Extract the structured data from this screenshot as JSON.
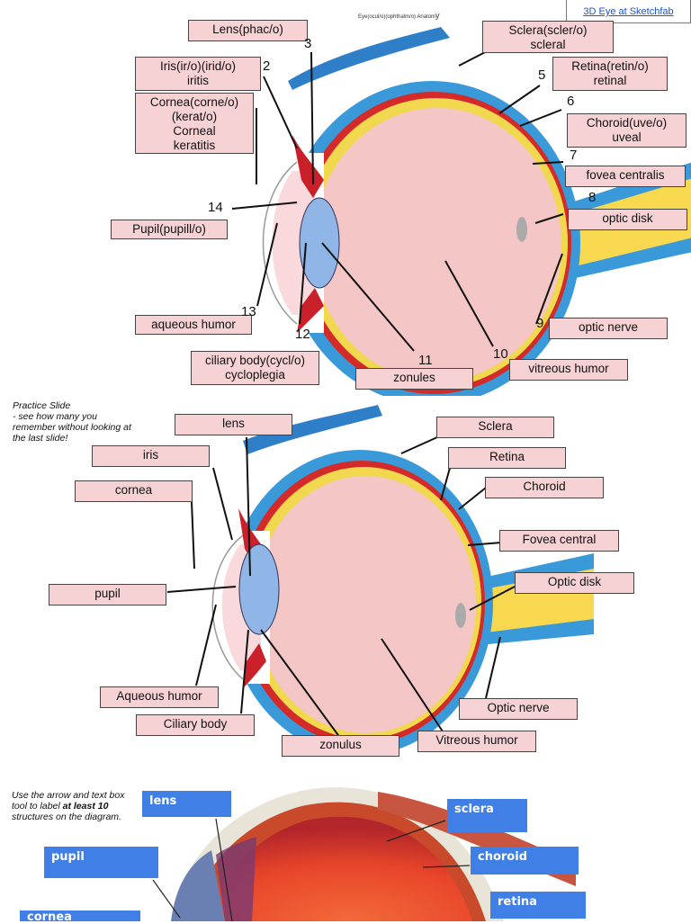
{
  "header": {
    "link_text": "3D Eye at Sketchfab",
    "tiny_title": "Eye(ocul/o)(ophthalm/o) Anatom",
    "tiny_tail": "y"
  },
  "slide1": {
    "labels": {
      "lens": "Lens(phac/o)",
      "iris": [
        "Iris(ir/o)(irid/o)",
        "iritis"
      ],
      "cornea": [
        "Cornea(corne/o)",
        "(kerat/o)",
        "Corneal",
        "keratitis"
      ],
      "pupil": "Pupil(pupill/o)",
      "aqueous": "aqueous humor",
      "ciliary": [
        "ciliary body(cycl/o)",
        "cycloplegia"
      ],
      "zonules": "zonules",
      "vitreous": "vitreous humor",
      "optic_nerve": "optic nerve",
      "optic_disk": "optic disk",
      "fovea": "fovea centralis",
      "choroid": [
        "Choroid(uve/o)",
        "uveal"
      ],
      "retina": [
        "Retina(retin/o)",
        "retinal"
      ],
      "sclera": [
        "Sclera(scler/o)",
        "scleral"
      ]
    },
    "numbers": {
      "n2": "2",
      "n3": "3",
      "n5": "5",
      "n6": "6",
      "n7": "7",
      "n8": "8",
      "n9": "9",
      "n10": "10",
      "n11": "11",
      "n12": "12",
      "n13": "13",
      "n14": "14"
    }
  },
  "slide2": {
    "note": [
      "Practice Slide",
      "- see how many you",
      "remember without looking at",
      "the last slide!"
    ],
    "labels": {
      "lens": "lens",
      "iris": "iris",
      "cornea": "cornea",
      "pupil": "pupil",
      "aqueous": "Aqueous humor",
      "ciliary": "Ciliary body",
      "zonulus": "zonulus",
      "vitreous": "Vitreous humor",
      "optic_nerve": "Optic nerve",
      "optic_disk": "Optic disk",
      "fovea": "Fovea central",
      "choroid": "Choroid",
      "retina": "Retina",
      "sclera": "Sclera"
    }
  },
  "slide3": {
    "instructions": {
      "pre": "Use the arrow and text box tool to label ",
      "bold": "at least 10",
      "post": " structures on the diagram."
    },
    "labels": {
      "lens": "lens",
      "pupil": "pupil",
      "cornea": "cornea",
      "sclera": "sclera",
      "choroid": "choroid",
      "retina": "retina"
    }
  },
  "colors": {
    "label_fill": "#f6d2d5",
    "blue_label": "#3f7fe6",
    "sclera": "#3a9ad9",
    "choroid": "#d42a2a",
    "retina": "#f2d84e",
    "vitreous": "#f4c6c6",
    "lens": "#8fb6e6"
  }
}
